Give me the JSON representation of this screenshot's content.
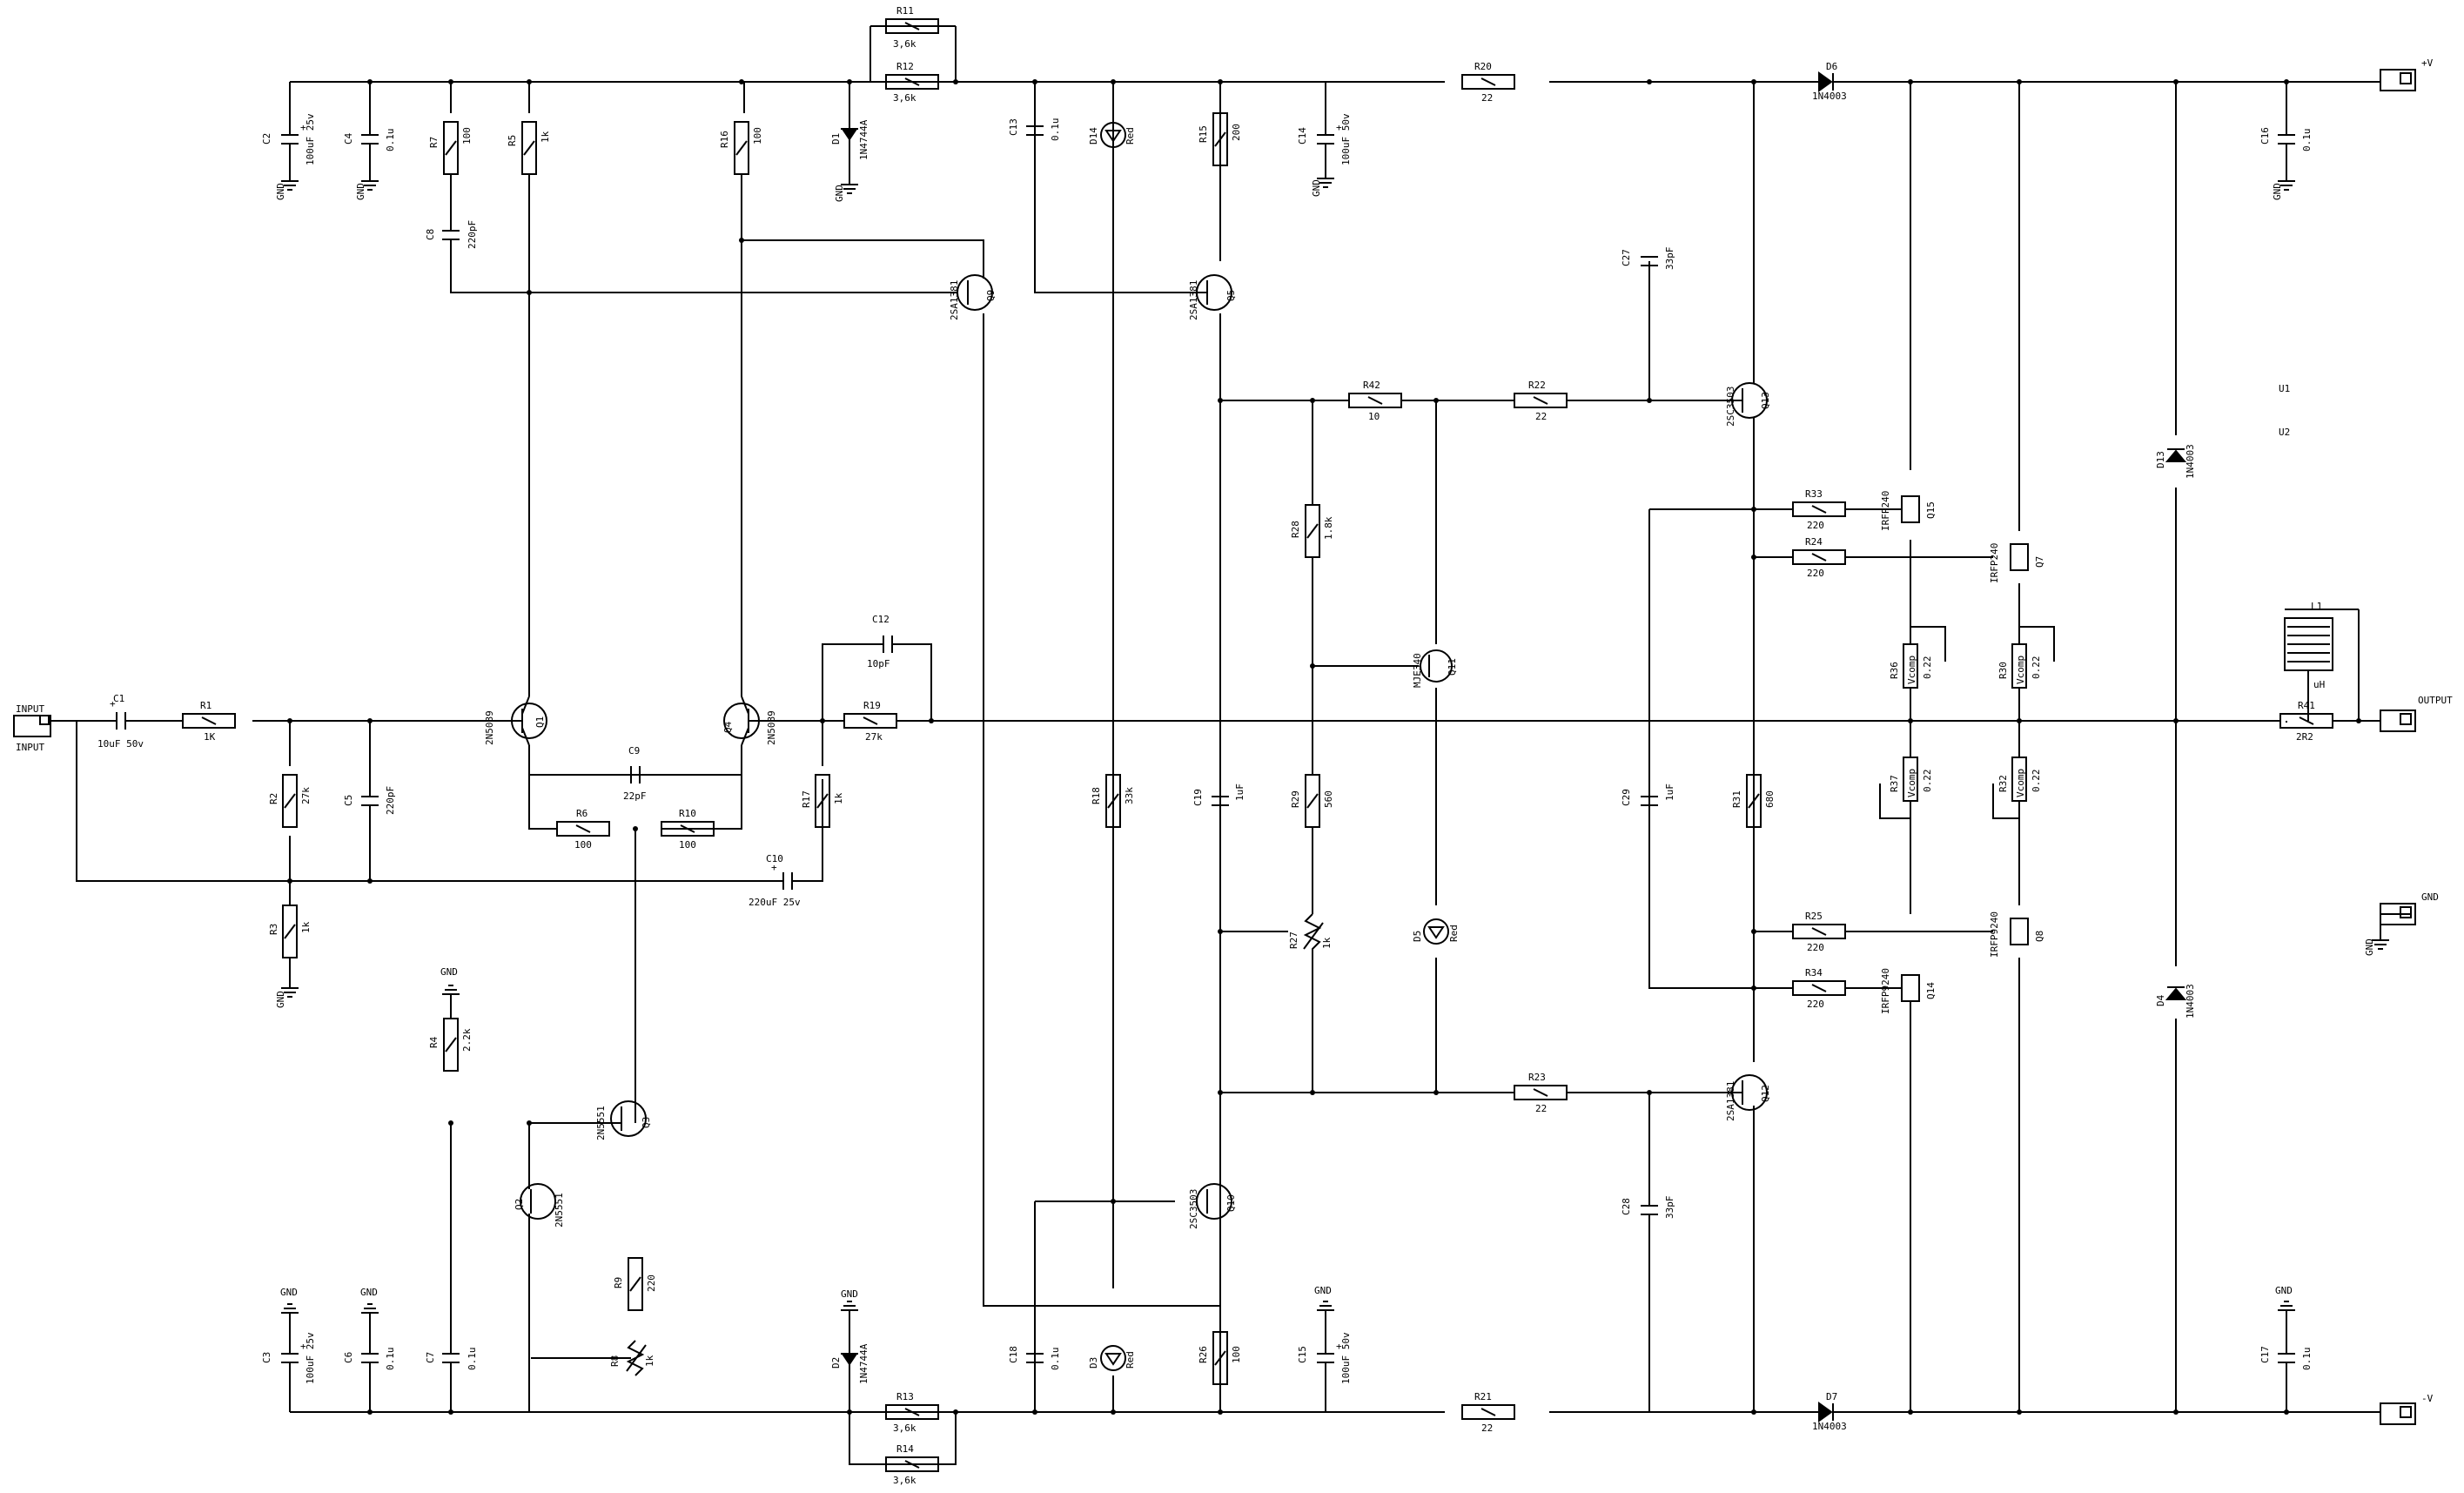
{
  "components": {
    "R1": {
      "ref": "R1",
      "value": "1K"
    },
    "R2": {
      "ref": "R2",
      "value": "27k"
    },
    "R3": {
      "ref": "R3",
      "value": "1k"
    },
    "R4": {
      "ref": "R4",
      "value": "2.2k"
    },
    "R5": {
      "ref": "R5",
      "value": "1k"
    },
    "R6": {
      "ref": "R6",
      "value": "100"
    },
    "R7": {
      "ref": "R7",
      "value": "100"
    },
    "R8": {
      "ref": "R8",
      "value": "1k"
    },
    "R9": {
      "ref": "R9",
      "value": "220"
    },
    "R10": {
      "ref": "R10",
      "value": "100"
    },
    "R11": {
      "ref": "R11",
      "value": "3,6k"
    },
    "R12": {
      "ref": "R12",
      "value": "3,6k"
    },
    "R13": {
      "ref": "R13",
      "value": "3,6k"
    },
    "R14": {
      "ref": "R14",
      "value": "3,6k"
    },
    "R15": {
      "ref": "R15",
      "value": "200"
    },
    "R16": {
      "ref": "R16",
      "value": "100"
    },
    "R17": {
      "ref": "R17",
      "value": "1k"
    },
    "R18": {
      "ref": "R18",
      "value": "33k"
    },
    "R19": {
      "ref": "R19",
      "value": "27k"
    },
    "R20": {
      "ref": "R20",
      "value": "22"
    },
    "R21": {
      "ref": "R21",
      "value": "22"
    },
    "R22": {
      "ref": "R22",
      "value": "22"
    },
    "R23": {
      "ref": "R23",
      "value": "22"
    },
    "R24": {
      "ref": "R24",
      "value": "220"
    },
    "R25": {
      "ref": "R25",
      "value": "220"
    },
    "R26": {
      "ref": "R26",
      "value": "100"
    },
    "R27": {
      "ref": "R27",
      "value": "1k"
    },
    "R28": {
      "ref": "R28",
      "value": "1.8k"
    },
    "R29": {
      "ref": "R29",
      "value": "560"
    },
    "R30": {
      "ref": "R30",
      "value": "0.22"
    },
    "R31": {
      "ref": "R31",
      "value": "680"
    },
    "R32": {
      "ref": "R32",
      "value": "0.22"
    },
    "R33": {
      "ref": "R33",
      "value": "220"
    },
    "R34": {
      "ref": "R34",
      "value": "220"
    },
    "R36": {
      "ref": "R36",
      "value": "0.22"
    },
    "R37": {
      "ref": "R37",
      "value": "0.22"
    },
    "R41": {
      "ref": "R41",
      "value": "2R2"
    },
    "R42": {
      "ref": "R42",
      "value": "10"
    },
    "C1": {
      "ref": "C1",
      "value": "10uF 50v"
    },
    "C2": {
      "ref": "C2",
      "value": "100uF 25v"
    },
    "C3": {
      "ref": "C3",
      "value": "100uF 25v"
    },
    "C4": {
      "ref": "C4",
      "value": "0.1u"
    },
    "C5": {
      "ref": "C5",
      "value": "220pF"
    },
    "C6": {
      "ref": "C6",
      "value": "0.1u"
    },
    "C7": {
      "ref": "C7",
      "value": "0.1u"
    },
    "C8": {
      "ref": "C8",
      "value": "220pF"
    },
    "C9": {
      "ref": "C9",
      "value": "22pF"
    },
    "C10": {
      "ref": "C10",
      "value": "220uF 25v"
    },
    "C12": {
      "ref": "C12",
      "value": "10pF"
    },
    "C13": {
      "ref": "C13",
      "value": "0.1u"
    },
    "C14": {
      "ref": "C14",
      "value": "100uF 50v"
    },
    "C15": {
      "ref": "C15",
      "value": "100uF 50v"
    },
    "C16": {
      "ref": "C16",
      "value": "0.1u"
    },
    "C17": {
      "ref": "C17",
      "value": "0.1u"
    },
    "C18": {
      "ref": "C18",
      "value": "0.1u"
    },
    "C19": {
      "ref": "C19",
      "value": "1uF"
    },
    "C27": {
      "ref": "C27",
      "value": "33pF"
    },
    "C28": {
      "ref": "C28",
      "value": "33pF"
    },
    "C29": {
      "ref": "C29",
      "value": "1uF"
    },
    "Q1": {
      "ref": "Q1",
      "value": "2N5089"
    },
    "Q2": {
      "ref": "Q2",
      "value": "2N5551"
    },
    "Q3": {
      "ref": "Q3",
      "value": "2N5551"
    },
    "Q4": {
      "ref": "Q4",
      "value": "2N5089"
    },
    "Q5": {
      "ref": "Q5",
      "value": "2SA1381"
    },
    "Q7": {
      "ref": "Q7",
      "value": "IRFP240"
    },
    "Q8": {
      "ref": "Q8",
      "value": "IRFP9240"
    },
    "Q9": {
      "ref": "Q9",
      "value": "2SA1381"
    },
    "Q10": {
      "ref": "Q10",
      "value": "2SC3503"
    },
    "Q11": {
      "ref": "Q11",
      "value": "MJE340"
    },
    "Q12": {
      "ref": "Q12",
      "value": "2SA1381"
    },
    "Q13": {
      "ref": "Q13",
      "value": "2SC3503"
    },
    "Q14": {
      "ref": "Q14",
      "value": "IRFP9240"
    },
    "Q15": {
      "ref": "Q15",
      "value": "IRFP240"
    },
    "D1": {
      "ref": "D1",
      "value": "1N4744A"
    },
    "D2": {
      "ref": "D2",
      "value": "1N4744A"
    },
    "D3": {
      "ref": "D3",
      "value": "Red"
    },
    "D4": {
      "ref": "D4",
      "value": "1N4003"
    },
    "D5": {
      "ref": "D5",
      "value": "Red"
    },
    "D6": {
      "ref": "D6",
      "value": "1N4003"
    },
    "D7": {
      "ref": "D7",
      "value": "1N4003"
    },
    "D13": {
      "ref": "D13",
      "value": "1N4003"
    },
    "D14": {
      "ref": "D14",
      "value": "Red"
    },
    "L1": {
      "ref": "L1",
      "value": "uH"
    }
  },
  "ports": {
    "input": "INPUT",
    "input_sub": "INPUT",
    "vplus": "+V",
    "vminus": "-V",
    "output": "OUTPUT",
    "gnd": "GND"
  },
  "labels": {
    "gnd": "GND",
    "u1": "U1",
    "u2": "U2",
    "vcomp": "Vcomp"
  }
}
